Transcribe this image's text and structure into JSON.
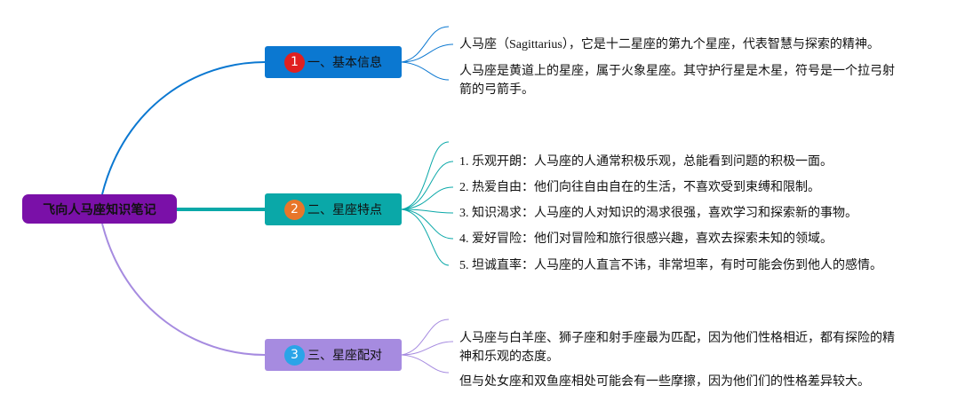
{
  "root": {
    "label": "飞向人马座知识笔记"
  },
  "branches": [
    {
      "number": "1",
      "label": "一、基本信息",
      "color": "#0b78d1",
      "leaves": [
        "人马座（Sagittarius），它是十二星座的第九个星座，代表智慧与探索的精神。",
        "人马座是黄道上的星座，属于火象星座。其守护行星是木星，符号是一个拉弓射箭的弓箭手。"
      ]
    },
    {
      "number": "2",
      "label": "二、星座特点",
      "color": "#0aa8a8",
      "leaves": [
        "1. 乐观开朗：人马座的人通常积极乐观，总能看到问题的积极一面。",
        "2. 热爱自由：他们向往自由自在的生活，不喜欢受到束缚和限制。",
        "3. 知识渴求：人马座的人对知识的渴求很强，喜欢学习和探索新的事物。",
        "4. 爱好冒险：他们对冒险和旅行很感兴趣，喜欢去探索未知的领域。",
        "5. 坦诚直率：人马座的人直言不讳，非常坦率，有时可能会伤到他人的感情。"
      ]
    },
    {
      "number": "3",
      "label": "三、星座配对",
      "color": "#a68be0",
      "leaves": [
        "人马座与白羊座、狮子座和射手座最为匹配，因为他们性格相近，都有探险的精神和乐观的态度。",
        "但与处女座和双鱼座相处可能会有一些摩擦，因为他们们的性格差异较大。"
      ]
    }
  ]
}
